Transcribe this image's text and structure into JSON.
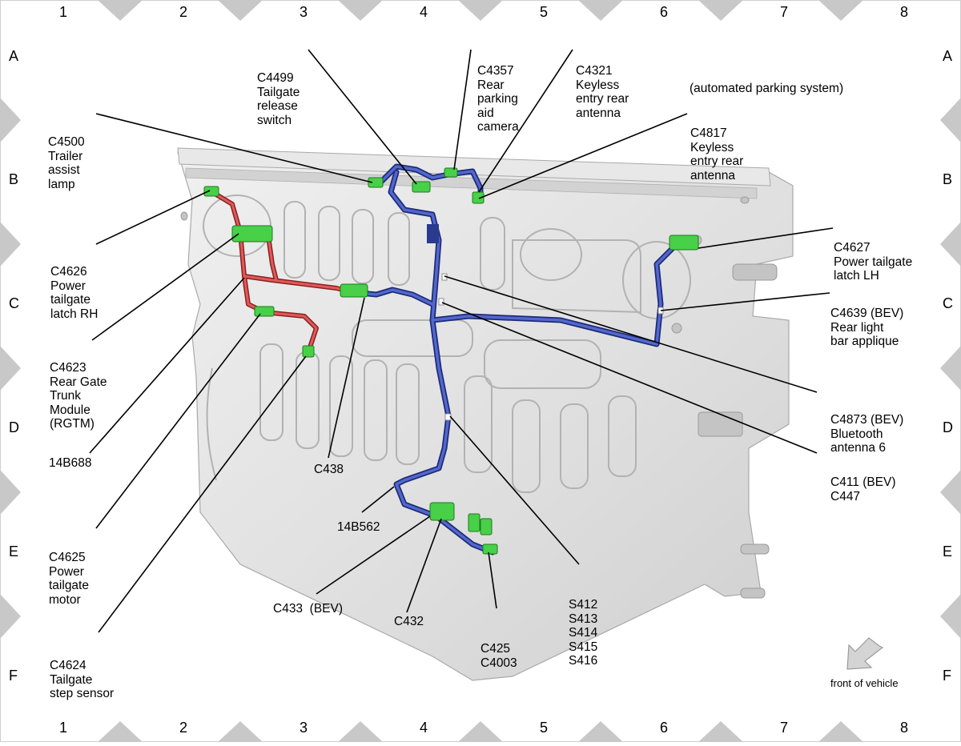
{
  "grid": {
    "columns": [
      "1",
      "2",
      "3",
      "4",
      "5",
      "6",
      "7",
      "8"
    ],
    "rows": [
      "A",
      "B",
      "C",
      "D",
      "E",
      "F"
    ]
  },
  "labels": {
    "c4499": [
      "C4499",
      "Tailgate",
      "release",
      "switch"
    ],
    "c4357": [
      "C4357",
      "Rear",
      "parking",
      "aid",
      "camera"
    ],
    "c4321": [
      "C4321",
      "Keyless",
      "entry rear",
      "antenna"
    ],
    "aps_note": "(automated parking system)",
    "c4817": [
      "C4817",
      "Keyless",
      "entry rear",
      "antenna"
    ],
    "c4500": [
      "C4500",
      "Trailer",
      "assist",
      "lamp"
    ],
    "c4627": [
      "C4627",
      "Power tailgate",
      "latch LH"
    ],
    "c4626": [
      "C4626",
      "Power",
      "tailgate",
      "latch RH"
    ],
    "c4639": [
      "C4639 (BEV)",
      "Rear light",
      "bar applique"
    ],
    "c4623": [
      "C4623",
      "Rear Gate",
      "Trunk",
      "Module",
      "(RGTM)"
    ],
    "c4873": [
      "C4873 (BEV)",
      "Bluetooth",
      "antenna 6"
    ],
    "c411": [
      "C411 (BEV)",
      "C447"
    ],
    "w14b688": "14B688",
    "c438": "C438",
    "w14b562": "14B562",
    "c4625": [
      "C4625",
      "Power",
      "tailgate",
      "motor"
    ],
    "splices": [
      "S412",
      "S413",
      "S414",
      "S415",
      "S416"
    ],
    "c433": "C433  (BEV)",
    "c432": "C432",
    "c425": [
      "C425",
      "C4003"
    ],
    "c4624": [
      "C4624",
      "Tailgate",
      "step sensor"
    ],
    "front_of_vehicle": "front of vehicle"
  },
  "colors": {
    "harness_blue": "#3a4fb0",
    "harness_red": "#d94a4a",
    "connector_green": "#48d048",
    "panel_gray": "#dcdcdc"
  }
}
